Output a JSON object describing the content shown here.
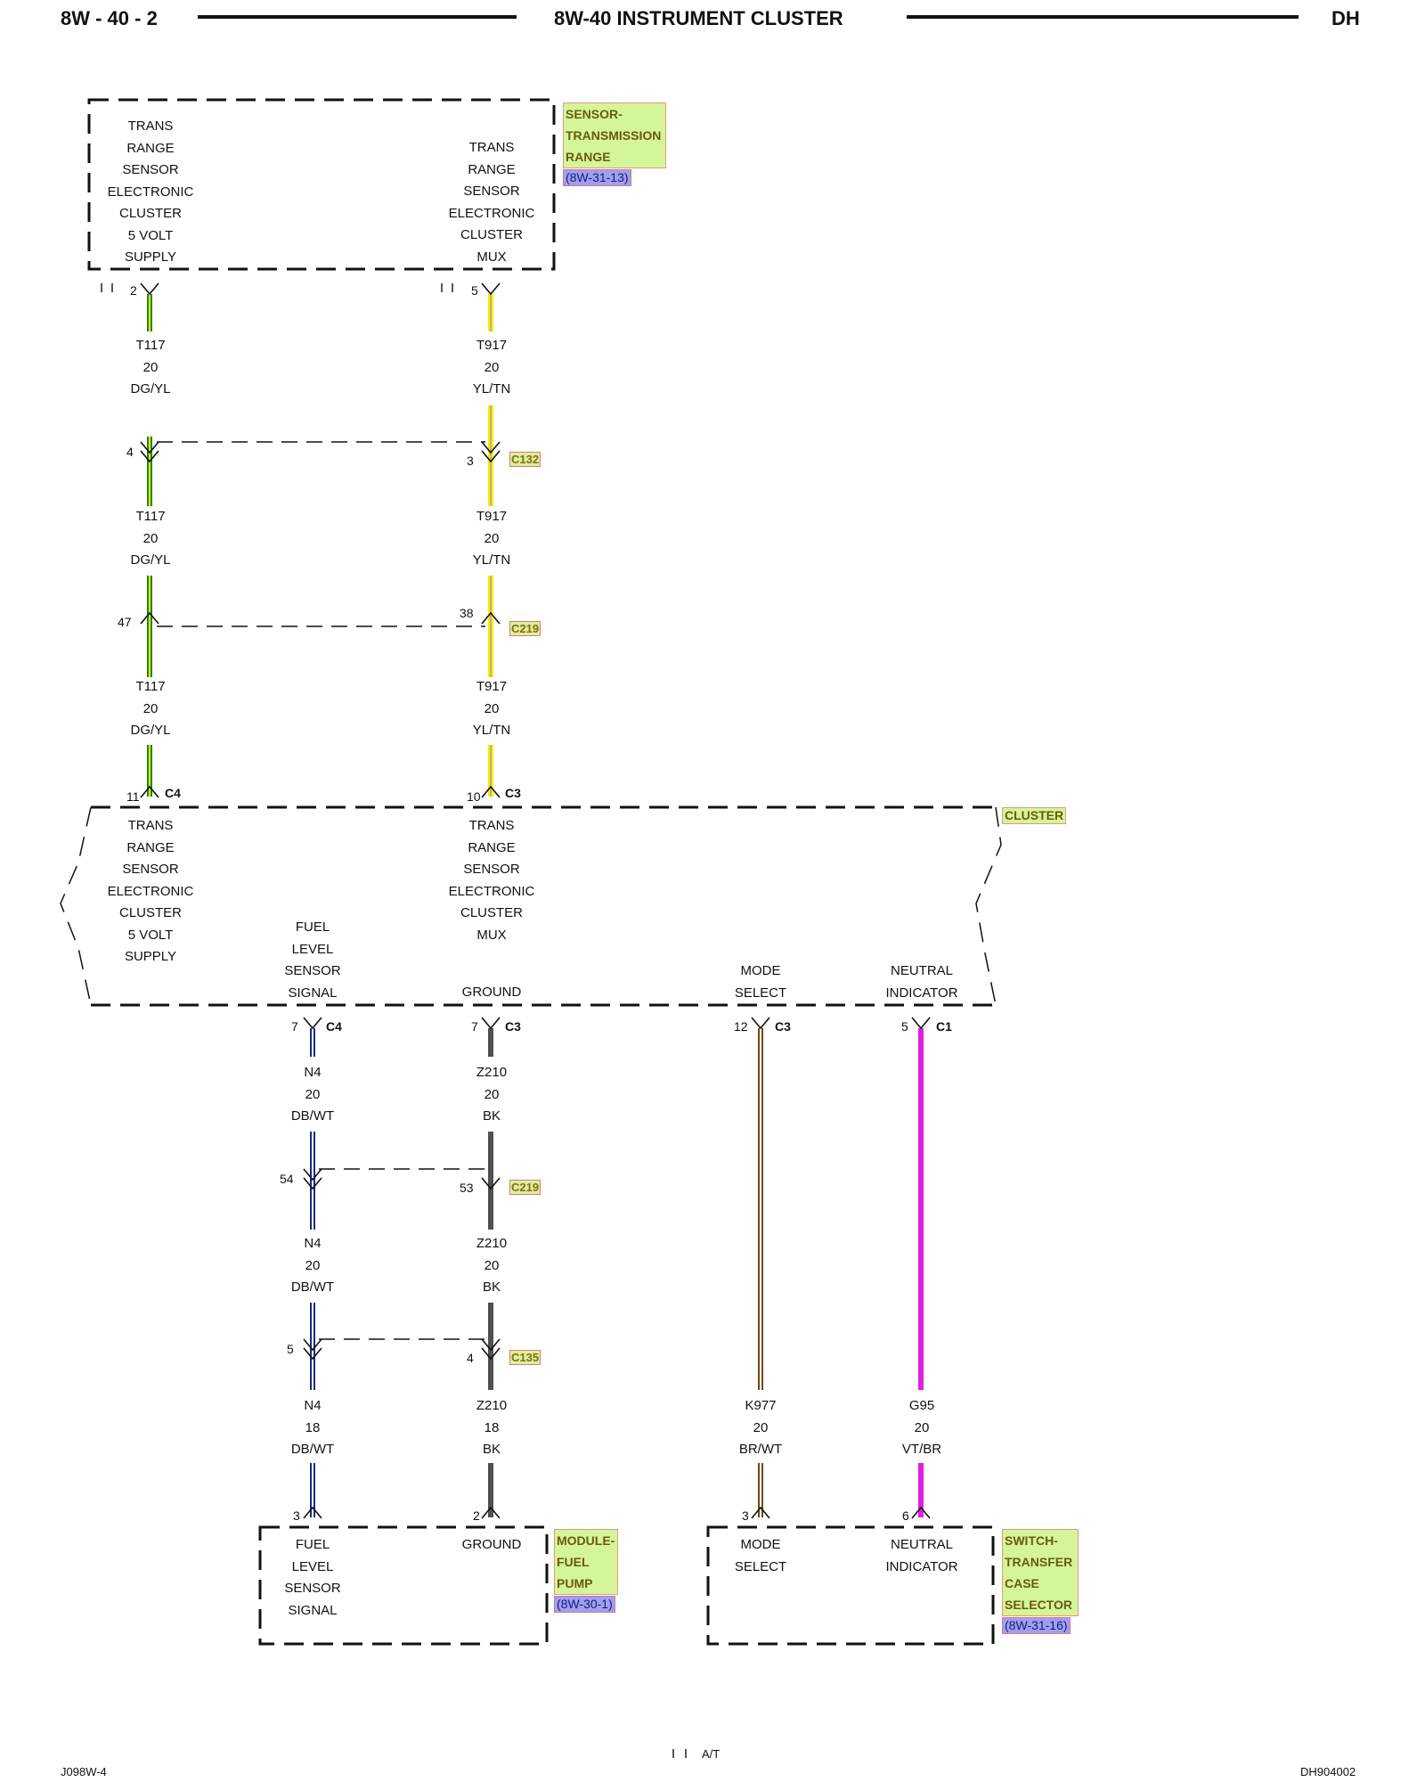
{
  "header": {
    "left": "8W - 40 - 2",
    "title": "8W-40 INSTRUMENT CLUSTER",
    "right": "DH"
  },
  "footer": {
    "left": "J098W-4",
    "center": "A/T",
    "right": "DH904002"
  },
  "components": {
    "trs": {
      "tag_lines": [
        "SENSOR-",
        "TRANSMISSION",
        "RANGE"
      ],
      "ref": "(8W-31-13)",
      "pin_labels": {
        "supply": [
          "TRANS",
          "RANGE",
          "SENSOR",
          "ELECTRONIC",
          "CLUSTER",
          "5 VOLT",
          "SUPPLY"
        ],
        "mux": [
          "TRANS",
          "RANGE",
          "SENSOR",
          "ELECTRONIC",
          "CLUSTER",
          "MUX"
        ]
      }
    },
    "cluster": {
      "tag": "CLUSTER",
      "pin_labels": {
        "supply": [
          "TRANS",
          "RANGE",
          "SENSOR",
          "ELECTRONIC",
          "CLUSTER",
          "5 VOLT",
          "SUPPLY"
        ],
        "mux": [
          "TRANS",
          "RANGE",
          "SENSOR",
          "ELECTRONIC",
          "CLUSTER",
          "MUX"
        ],
        "fuel": [
          "FUEL",
          "LEVEL",
          "SENSOR",
          "SIGNAL"
        ],
        "ground": [
          "GROUND"
        ],
        "mode": [
          "MODE",
          "SELECT"
        ],
        "neutral": [
          "NEUTRAL",
          "INDICATOR"
        ]
      }
    },
    "fuel_pump": {
      "tag_lines": [
        "MODULE-",
        "FUEL",
        "PUMP"
      ],
      "ref": "(8W-30-1)",
      "pin_labels": {
        "fuel": [
          "FUEL",
          "LEVEL",
          "SENSOR",
          "SIGNAL"
        ],
        "ground": [
          "GROUND"
        ]
      }
    },
    "transfer_case": {
      "tag_lines": [
        "SWITCH-",
        "TRANSFER",
        "CASE",
        "SELECTOR"
      ],
      "ref": "(8W-31-16)",
      "pin_labels": {
        "mode": [
          "MODE",
          "SELECT"
        ],
        "neutral": [
          "NEUTRAL",
          "INDICATOR"
        ]
      }
    }
  },
  "pins": {
    "trs_supply": "2",
    "trs_mux": "5",
    "c132_left": "4",
    "c132_right": "3",
    "c219_a_left": "47",
    "c219_a_right": "38",
    "cl_supply": "11",
    "cl_mux": "10",
    "cl_fuel": "7",
    "cl_ground": "7",
    "cl_mode": "12",
    "cl_neutral": "5",
    "c219_b_left": "54",
    "c219_b_right": "53",
    "c135_left": "5",
    "c135_right": "4",
    "fp_fuel": "3",
    "fp_ground": "2",
    "tc_mode": "3",
    "tc_neutral": "6"
  },
  "connector_ids": {
    "cl_supply": "C4",
    "cl_mux": "C3",
    "cl_fuel": "C4",
    "cl_ground": "C3",
    "cl_mode": "C3",
    "cl_neutral": "C1"
  },
  "inline_connectors": {
    "c132": "C132",
    "c219_a": "C219",
    "c219_b": "C219",
    "c135": "C135"
  },
  "wire_labels": {
    "w1a": [
      "T117",
      "20",
      "DG/YL"
    ],
    "w1b": [
      "T117",
      "20",
      "DG/YL"
    ],
    "w1c": [
      "T117",
      "20",
      "DG/YL"
    ],
    "w2a": [
      "T917",
      "20",
      "YL/TN"
    ],
    "w2b": [
      "T917",
      "20",
      "YL/TN"
    ],
    "w2c": [
      "T917",
      "20",
      "YL/TN"
    ],
    "w3a": [
      "N4",
      "20",
      "DB/WT"
    ],
    "w3b": [
      "N4",
      "20",
      "DB/WT"
    ],
    "w3c": [
      "N4",
      "18",
      "DB/WT"
    ],
    "w4a": [
      "Z210",
      "20",
      "BK"
    ],
    "w4b": [
      "Z210",
      "20",
      "BK"
    ],
    "w4c": [
      "Z210",
      "18",
      "BK"
    ],
    "w5": [
      "K977",
      "20",
      "BR/WT"
    ],
    "w6": [
      "G95",
      "20",
      "VT/BR"
    ]
  },
  "wire_colors": {
    "dg_yl": [
      "#1a8a1a",
      "#f0e020"
    ],
    "yl_tn": [
      "#f5f000",
      "#c8b070"
    ],
    "db_wt": [
      "#1a2a80",
      "#ffffff"
    ],
    "bk": [
      "#505050",
      "#505050"
    ],
    "br_wt": [
      "#6b4a10",
      "#ffffff"
    ],
    "vt_br": [
      "#e020e0",
      "#e020e0"
    ]
  },
  "tag_colors": {
    "component_fill": "#d4f59a",
    "reference_fill": "#9f9ff0"
  }
}
